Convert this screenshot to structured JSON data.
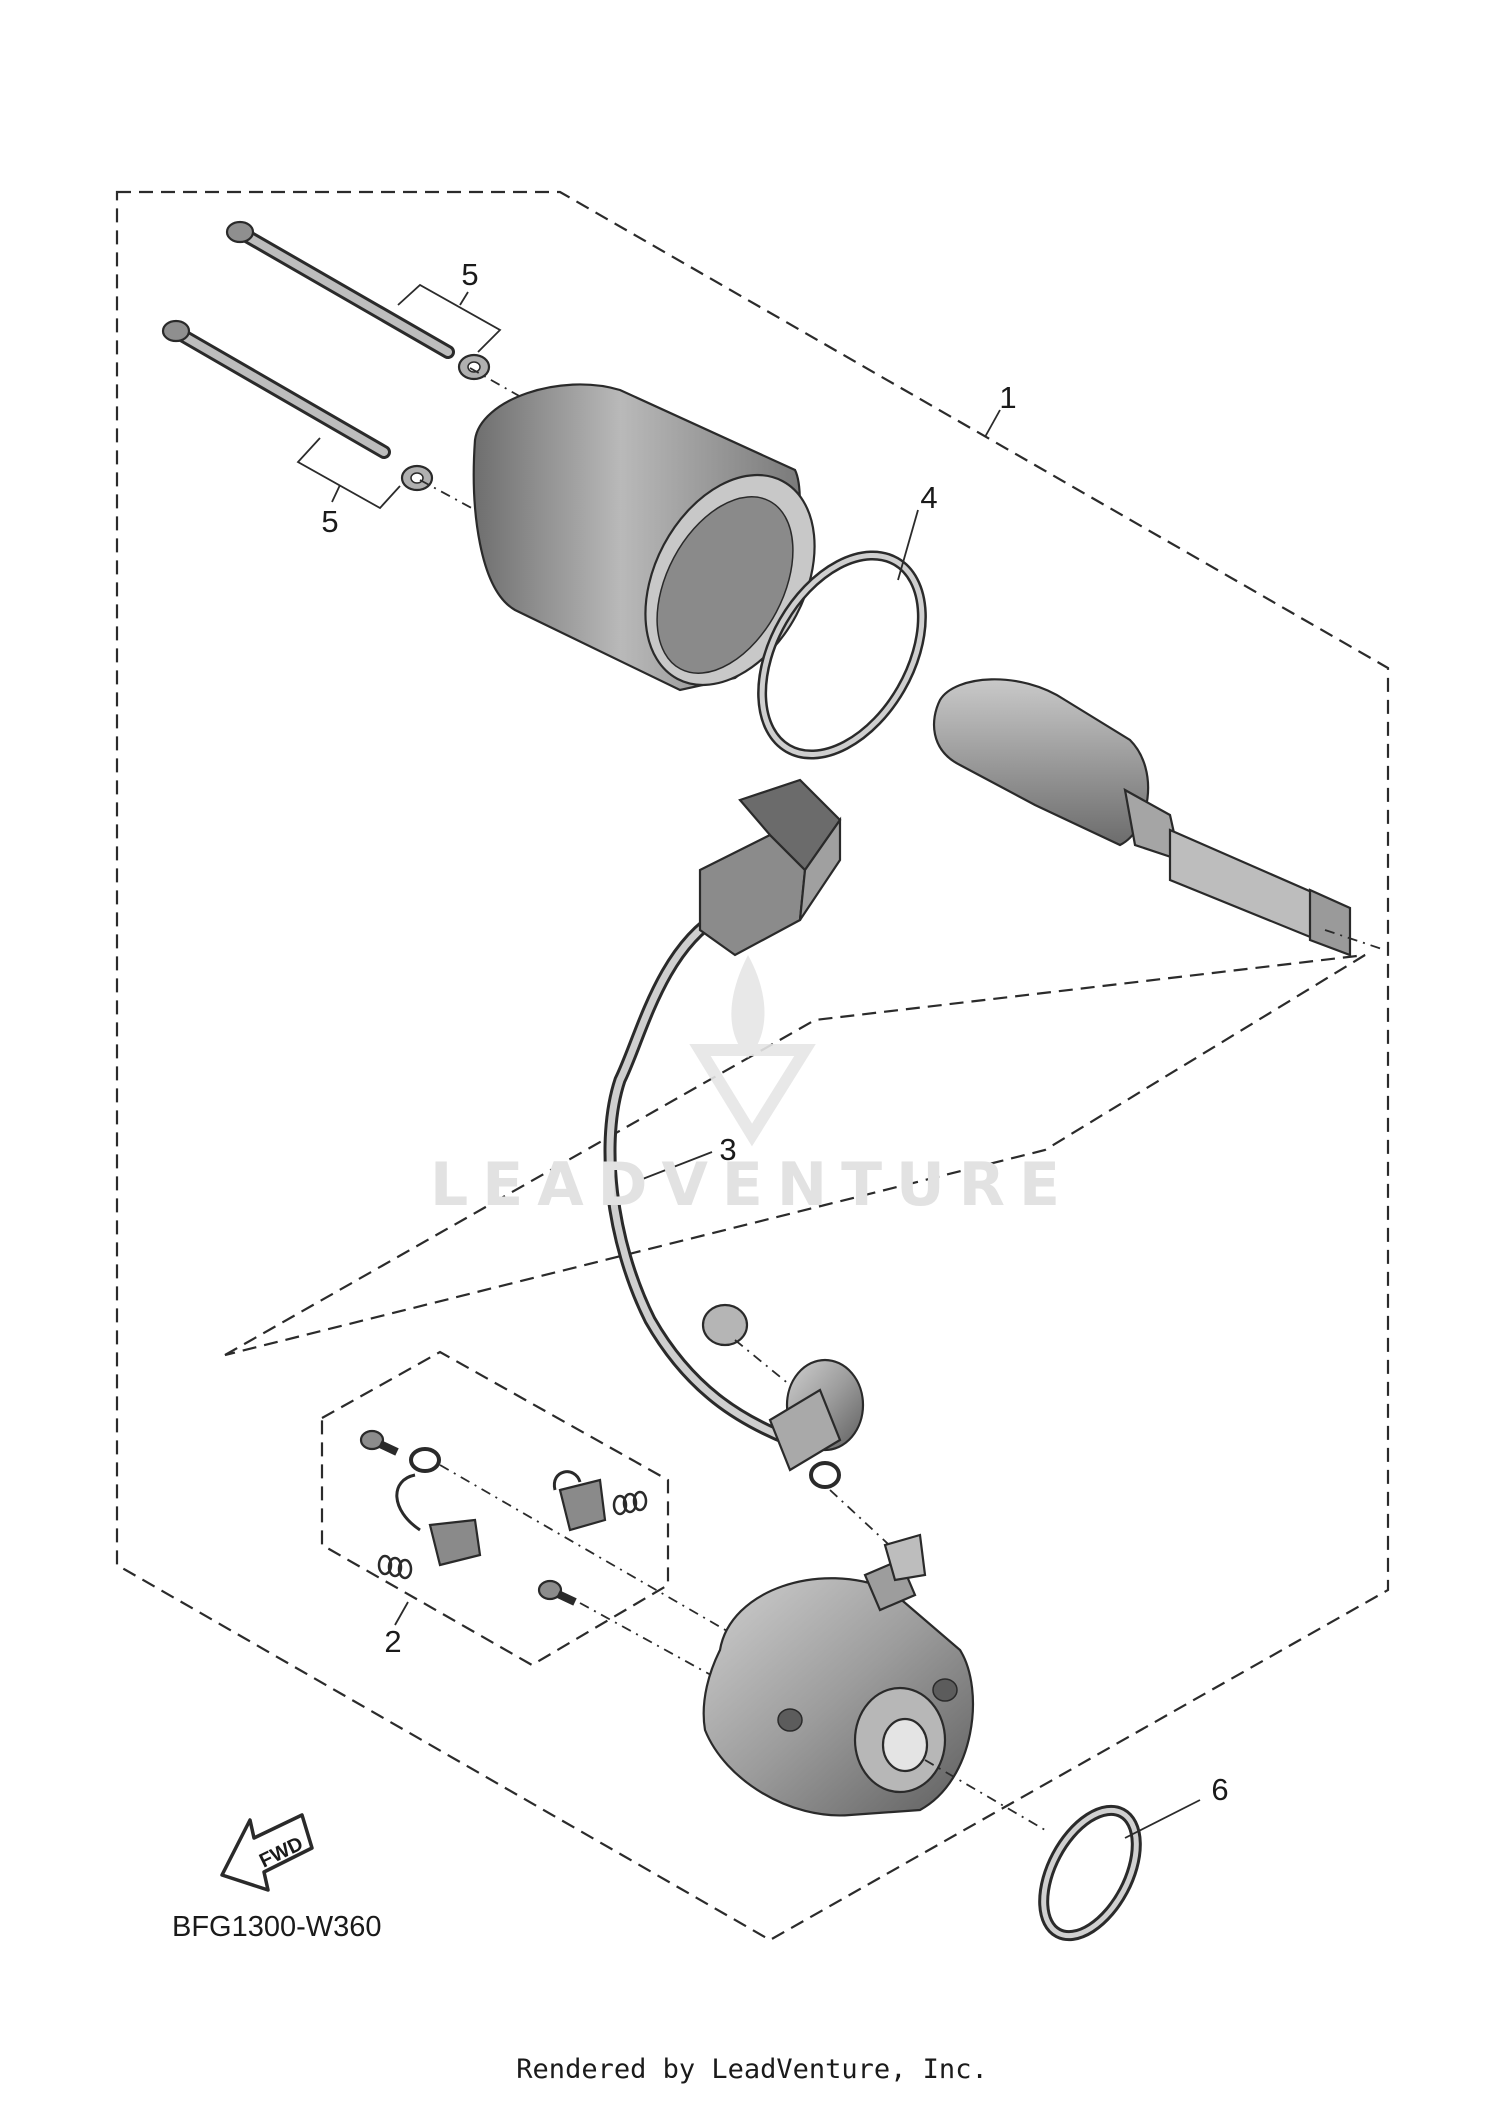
{
  "callouts": {
    "c1": "1",
    "c2": "2",
    "c3": "3",
    "c4": "4",
    "c5a": "5",
    "c5b": "5",
    "c6": "6"
  },
  "fwd_label": "FWD",
  "diagram_code": "BFG1300-W360",
  "watermark": "LEADVENTURE",
  "footer": "Rendered by LeadVenture, Inc.",
  "colors": {
    "line": "#2b2b2b",
    "part_light": "#d9d9d9",
    "part_mid": "#a8a8a8",
    "part_dark": "#6e6e6e",
    "watermark": "#e2e2e2"
  }
}
